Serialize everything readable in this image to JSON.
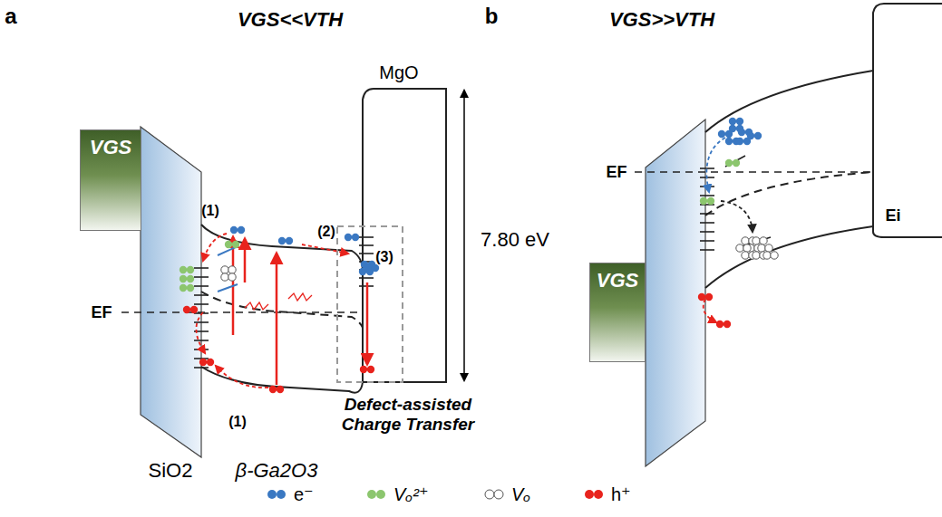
{
  "diagram": {
    "nodes": [
      {
        "text": [
          "VGS"
        ]
      },
      {
        "text": [
          "VGS"
        ]
      }
    ],
    "labels": [
      "a",
      "VGS<<VTH",
      "b",
      "VGS>>VTH",
      "(1)",
      "(2)",
      "(3)",
      "EF",
      "MgO",
      "7.80 eV",
      "(1)",
      "SiO2",
      "β-Ga2O3",
      "Defect-assisted Charge Transfer",
      "EF",
      "Ei"
    ],
    "legend": [
      {
        "text": "e⁻",
        "color": "#3a78c2"
      },
      {
        "text": "Vₒ²⁺",
        "color": "#8cc66e"
      },
      {
        "text": "Vₒ"
      },
      {
        "text": "h⁺",
        "color": "#e8231d"
      }
    ]
  }
}
